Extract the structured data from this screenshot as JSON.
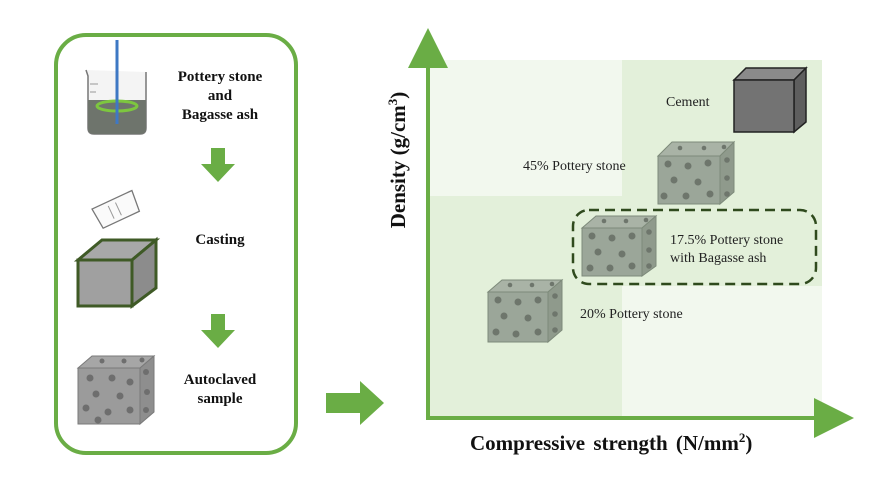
{
  "process": {
    "step1": "Pottery stone\nand\nBagasse ash",
    "step2": "Casting",
    "step3": "Autoclaved\nsample"
  },
  "chart": {
    "y_axis_label": "Density (g/cm",
    "y_axis_sup": "3",
    "y_axis_close": ")",
    "x_axis_label": "Compressive strength (N/mm",
    "x_axis_sup": "2",
    "x_axis_close": ")",
    "points": {
      "cement": "Cement",
      "p45": "45% Pottery stone",
      "p175_line1": "17.5% Pottery stone",
      "p175_line2": "with Bagasse ash",
      "p20": "20% Pottery stone"
    }
  },
  "colors": {
    "green": "#6aad45",
    "dark_green": "#3f5a26",
    "quadrant_light": "#f2f8ee",
    "quadrant_mid": "#e3f0da",
    "cement": "#737373"
  }
}
